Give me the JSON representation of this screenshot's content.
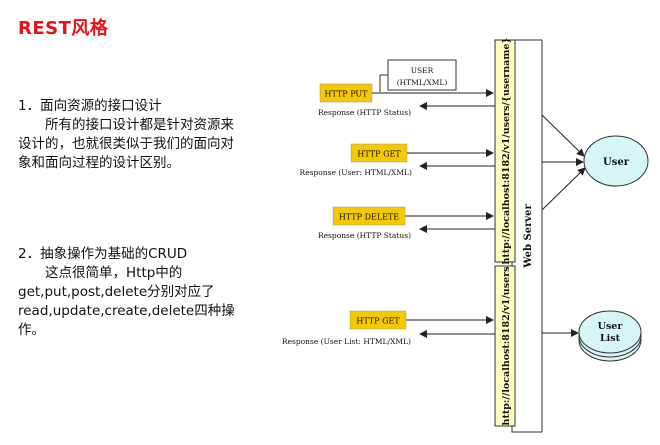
{
  "title": "REST风格",
  "section1": {
    "lines": [
      "1．面向资源的接口设计",
      "　　所有的接口设计都是针对资源来",
      "设计的，也就很类似于我们的面向对",
      "象和面向过程的设计区别。"
    ]
  },
  "section2": {
    "lines": [
      "2．抽象操作为基础的CRUD",
      "　　这点很简单，Http中的",
      "get,put,post,delete分别对应了",
      "read,update,create,delete四种操",
      "作。"
    ]
  },
  "diagram": {
    "requests": [
      {
        "method": "HTTP PUT",
        "response": "Response (HTTP Status)"
      },
      {
        "method": "HTTP GET",
        "response": "Response (User: HTML/XML)"
      },
      {
        "method": "HTTP DELETE",
        "response": "Response (HTTP Status)"
      },
      {
        "method": "HTTP GET",
        "response": "Response (User List: HTML/XML)"
      }
    ],
    "payload_lines": [
      "USER",
      "(HTML/XML)"
    ],
    "url_user": "http://localhost:8182/v1/users/{username}",
    "url_users": "http://localhost:8182/v1/users",
    "web_server": "Web Server",
    "resource_user": "User",
    "resource_user_list_lines": [
      "User",
      "List"
    ],
    "colors": {
      "method_fill": "#f5c800",
      "url_bar_fill": "#ffffc0",
      "resource_fill": "#d6f6f6",
      "title": "#e8101a"
    }
  }
}
